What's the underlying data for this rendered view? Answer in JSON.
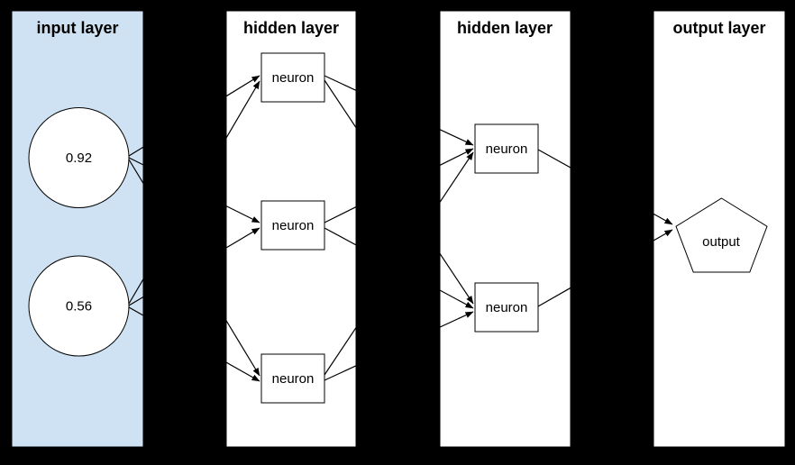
{
  "canvas": {
    "background": "#000000"
  },
  "colors": {
    "input_panel_fill": "#cfe2f3",
    "hidden_panel_fill": "#ffffff",
    "output_panel_fill": "#ffffff",
    "node_fill": "#ffffff",
    "stroke": "#000000",
    "text": "#000000"
  },
  "layers": [
    {
      "title": "input layer",
      "panel_fill": "#cfe2f3",
      "nodes": [
        {
          "label": "0.92",
          "shape": "circle"
        },
        {
          "label": "0.56",
          "shape": "circle"
        }
      ]
    },
    {
      "title": "hidden layer",
      "panel_fill": "#ffffff",
      "nodes": [
        {
          "label": "neuron",
          "shape": "rect"
        },
        {
          "label": "neuron",
          "shape": "rect"
        },
        {
          "label": "neuron",
          "shape": "rect"
        }
      ]
    },
    {
      "title": "hidden layer",
      "panel_fill": "#ffffff",
      "nodes": [
        {
          "label": "neuron",
          "shape": "rect"
        },
        {
          "label": "neuron",
          "shape": "rect"
        }
      ]
    },
    {
      "title": "output layer",
      "panel_fill": "#ffffff",
      "nodes": [
        {
          "label": "output",
          "shape": "pentagon"
        }
      ]
    }
  ]
}
